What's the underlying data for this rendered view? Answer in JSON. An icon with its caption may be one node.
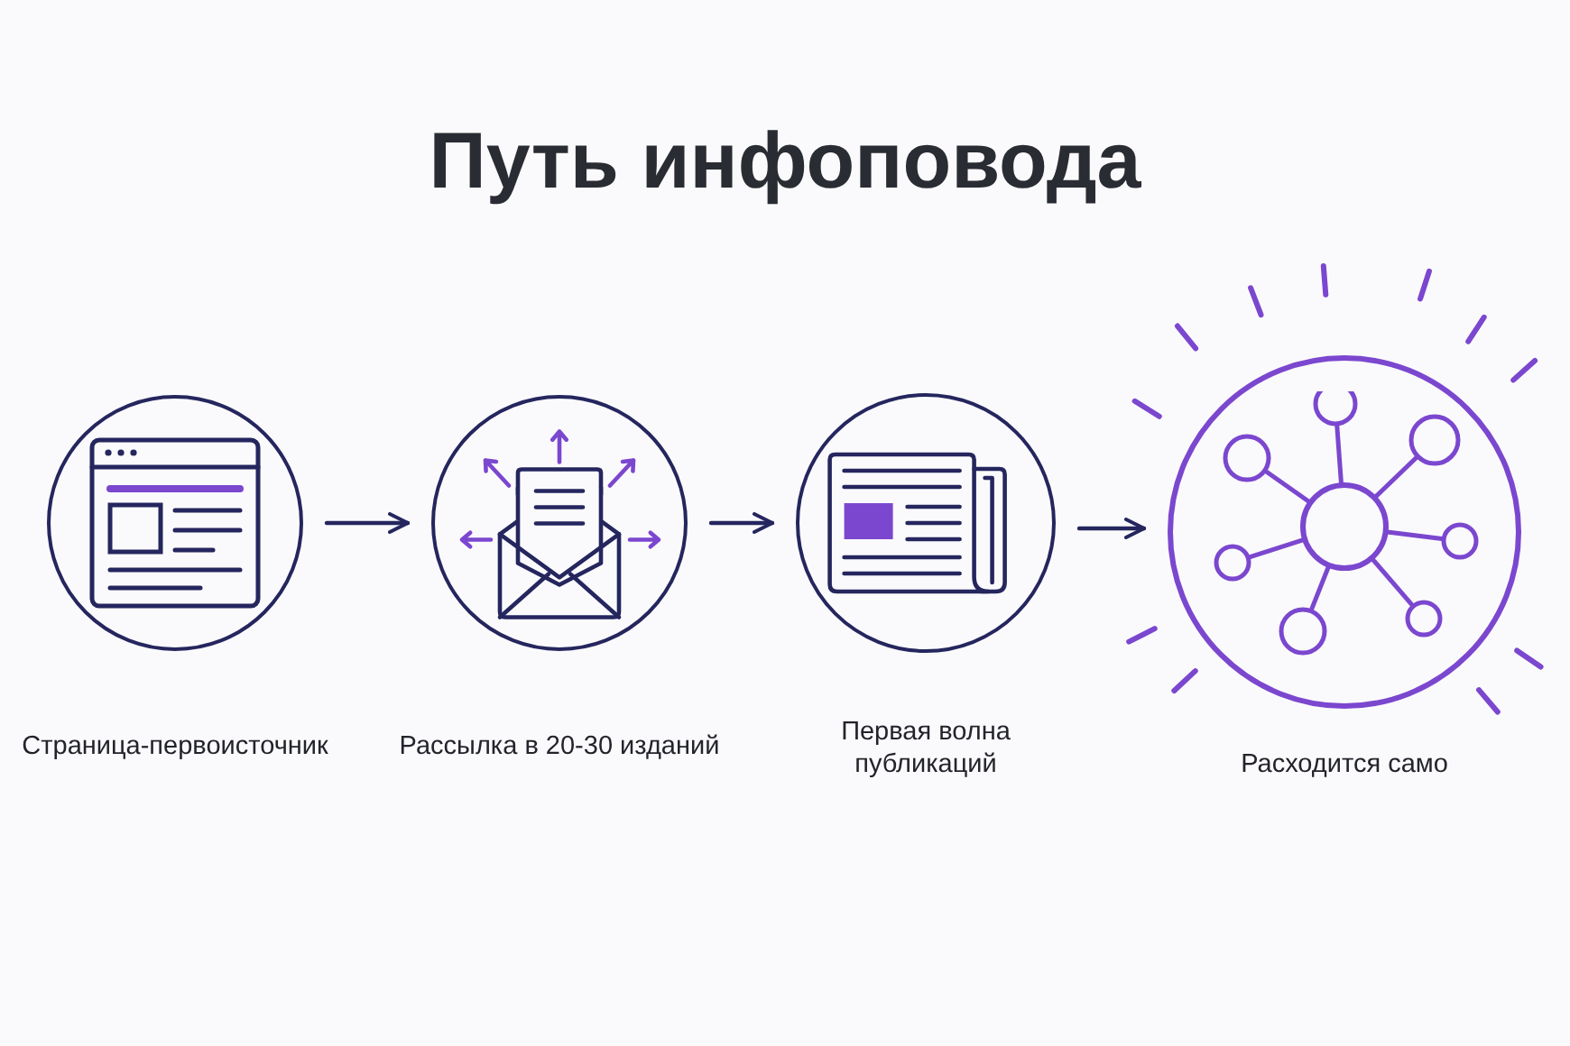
{
  "diagram": {
    "title": "Путь инфоповода",
    "nodes": [
      {
        "text": [
          "Страница-первоисточник"
        ]
      },
      {
        "text": [
          "Рассылка в 20-30 изданий"
        ]
      },
      {
        "text": [
          "Первая волна публикаций"
        ]
      },
      {
        "text": [
          "Расходится само"
        ]
      }
    ],
    "edges": [
      {
        "from": 0,
        "to": 1,
        "arrow": "to"
      },
      {
        "from": 1,
        "to": 2,
        "arrow": "to"
      },
      {
        "from": 2,
        "to": 3,
        "arrow": "to"
      }
    ]
  }
}
